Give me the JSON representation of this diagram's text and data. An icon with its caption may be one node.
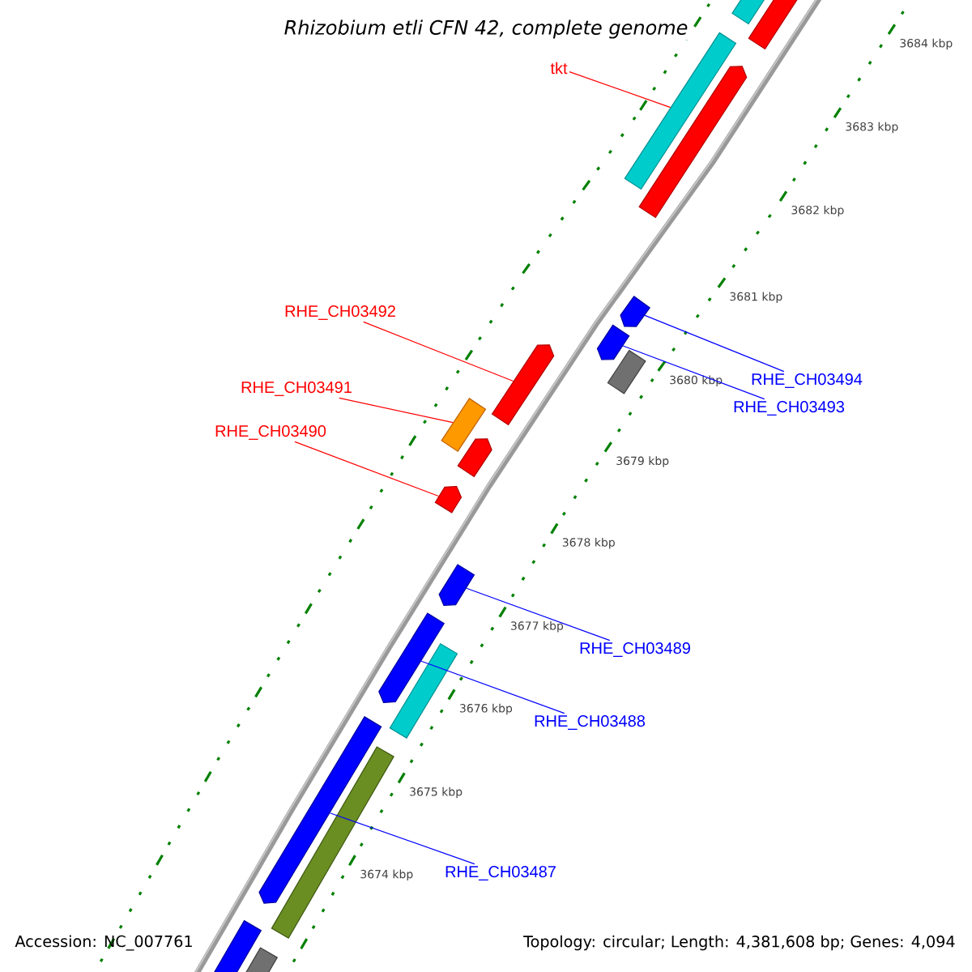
{
  "diagram": {
    "title": "Rhizobium etli CFN 42, complete genome",
    "nodes": [
      {
        "text": [
          "tkt"
        ]
      },
      {
        "text": [
          "RHE_CH03492"
        ]
      },
      {
        "text": [
          "RHE_CH03491"
        ]
      },
      {
        "text": [
          "RHE_CH03490"
        ]
      },
      {
        "text": [
          "RHE_CH03494"
        ]
      },
      {
        "text": [
          "RHE_CH03493"
        ]
      },
      {
        "text": [
          "RHE_CH03489"
        ]
      },
      {
        "text": [
          "RHE_CH03488"
        ]
      },
      {
        "text": [
          "RHE_CH03487"
        ]
      },
      {
        "text": [],
        "shape": "bar"
      },
      {
        "text": [],
        "shape": "arrow"
      },
      {
        "text": [],
        "shape": "bar"
      },
      {
        "text": [],
        "shape": "arrow"
      },
      {
        "text": [],
        "shape": "arrow"
      },
      {
        "text": [],
        "shape": "arrow"
      },
      {
        "text": [],
        "shape": "bar"
      },
      {
        "text": [],
        "shape": "arrow"
      },
      {
        "text": [],
        "shape": "bar"
      },
      {
        "text": [],
        "shape": "arrow"
      },
      {
        "text": [],
        "shape": "arrow"
      },
      {
        "text": [],
        "shape": "arrow"
      },
      {
        "text": [],
        "shape": "arrow"
      },
      {
        "text": [],
        "shape": "bar"
      },
      {
        "text": [],
        "shape": "arrow"
      },
      {
        "text": [],
        "shape": "bar"
      },
      {
        "text": [],
        "shape": "arrow"
      },
      {
        "text": [],
        "shape": "bar"
      }
    ],
    "edges": [
      {
        "from": 0,
        "to": 11,
        "arrow": "none",
        "color": "#ff0000"
      },
      {
        "from": 1,
        "to": 16,
        "arrow": "none",
        "color": "#ff0000"
      },
      {
        "from": 2,
        "to": 17,
        "arrow": "none",
        "color": "#ff0000"
      },
      {
        "from": 3,
        "to": 19,
        "arrow": "none",
        "color": "#ff0000"
      },
      {
        "from": 4,
        "to": 13,
        "arrow": "none"
      },
      {
        "from": 5,
        "to": 14,
        "arrow": "none"
      },
      {
        "from": 6,
        "to": 20,
        "arrow": "none"
      },
      {
        "from": 7,
        "to": 21,
        "arrow": "none"
      },
      {
        "from": 8,
        "to": 23,
        "arrow": "none"
      }
    ],
    "labels": [
      "3684 kbp",
      "3683 kbp",
      "3682 kbp",
      "3681 kbp",
      "3680 kbp",
      "3679 kbp",
      "3678 kbp",
      "3677 kbp",
      "3676 kbp",
      "3675 kbp",
      "3674 kbp",
      "Accession: NC_007761",
      "Topology: circular; Length: 4,381,608 bp; Genes: 4,094"
    ]
  }
}
